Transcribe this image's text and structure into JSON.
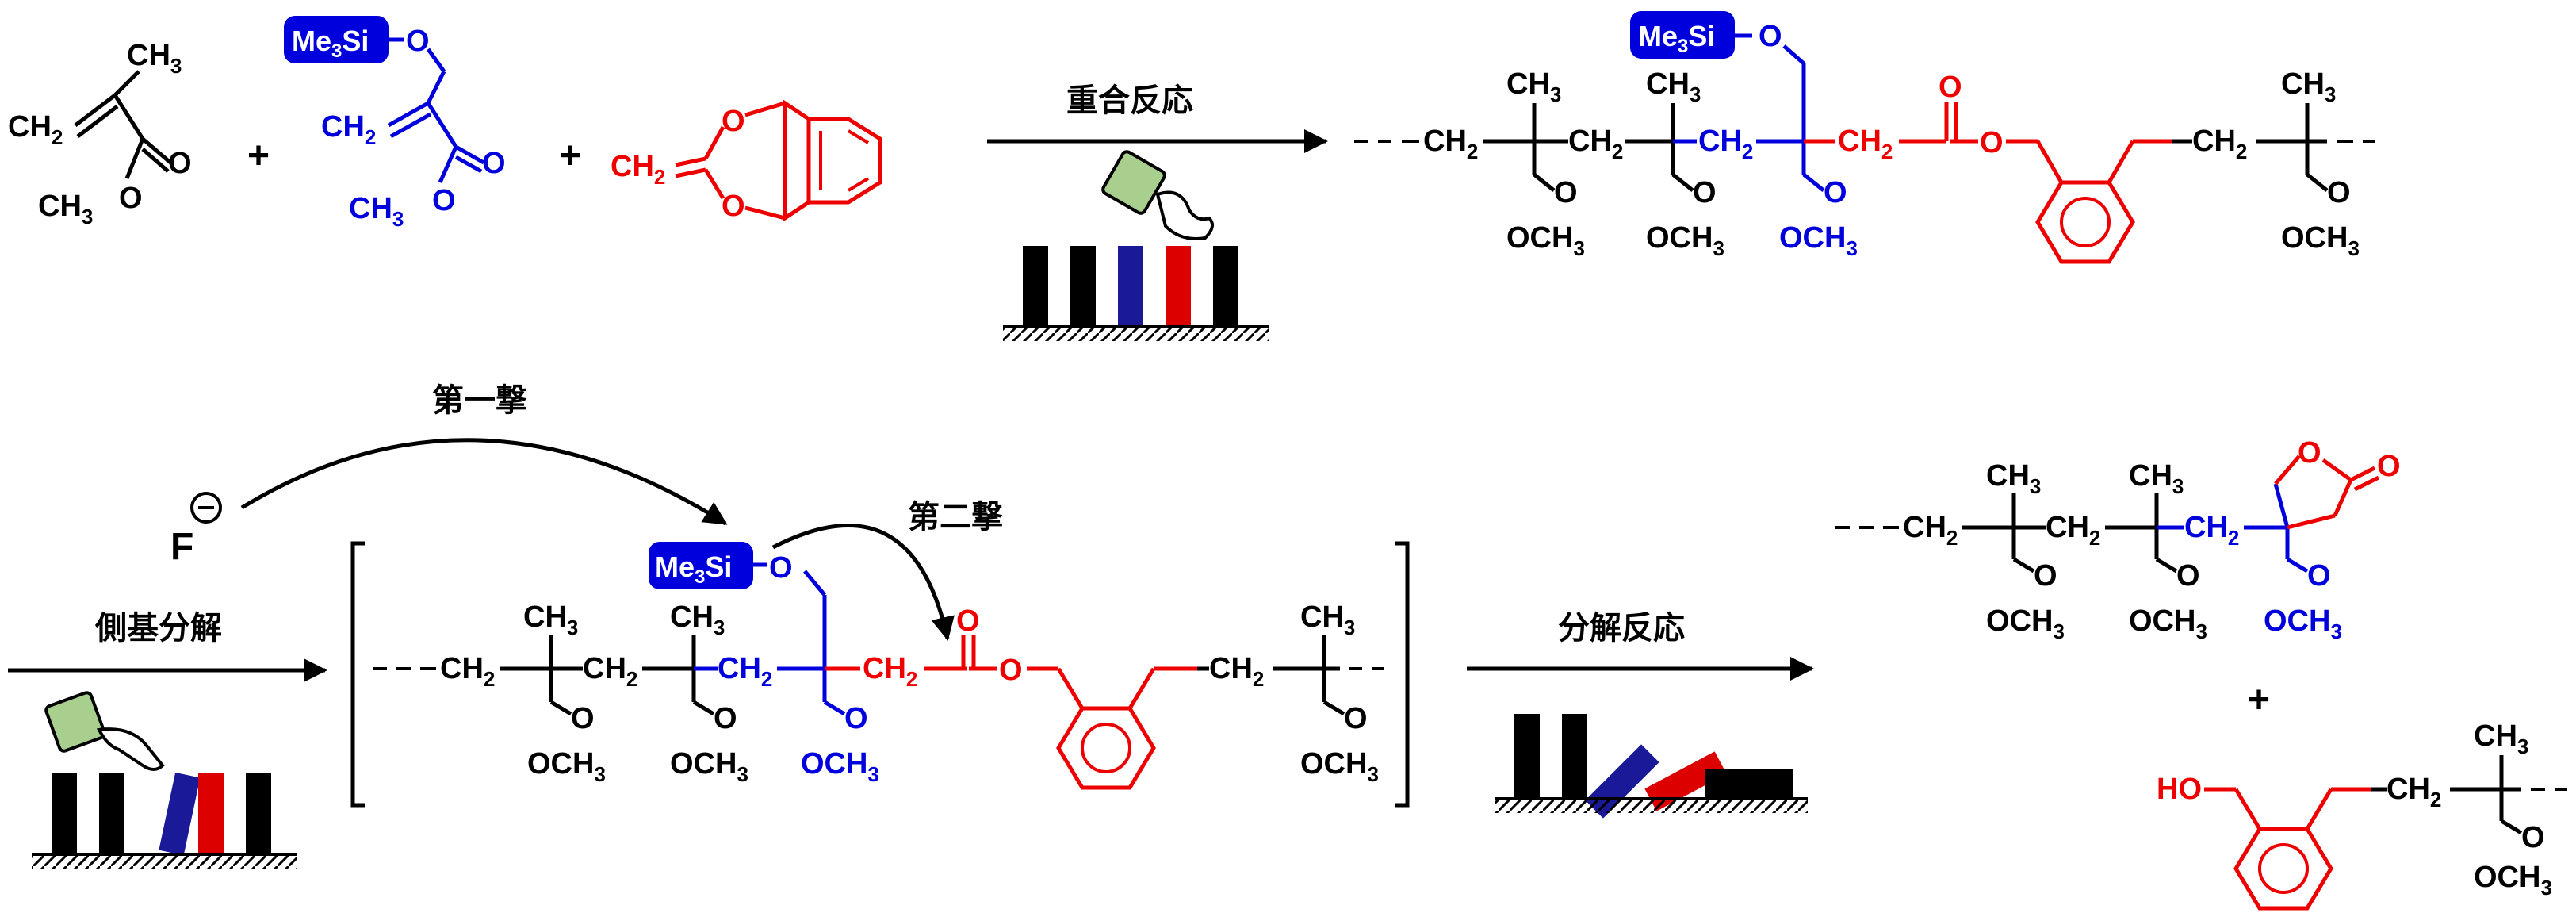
{
  "labels": {
    "polymerization": "重合反応",
    "side_chain_cleavage": "側基分解",
    "first_strike": "第一撃",
    "second_strike": "第二撃",
    "degradation": "分解反応",
    "fluoride": "F",
    "plus": "+"
  },
  "groups": {
    "me": "Me",
    "three": "3",
    "si": "Si",
    "o": "O",
    "ch": "CH",
    "two": "2",
    "och": "OCH",
    "ch3_lead": "CH",
    "ho": "HO"
  },
  "colors": {
    "mma": "#000000",
    "silyl_monomer": "#0000dd",
    "cyclic_ketene_acetal": "#ee0000",
    "silyl_box": "#0000dd",
    "finger_green": "#a9cf8e"
  }
}
